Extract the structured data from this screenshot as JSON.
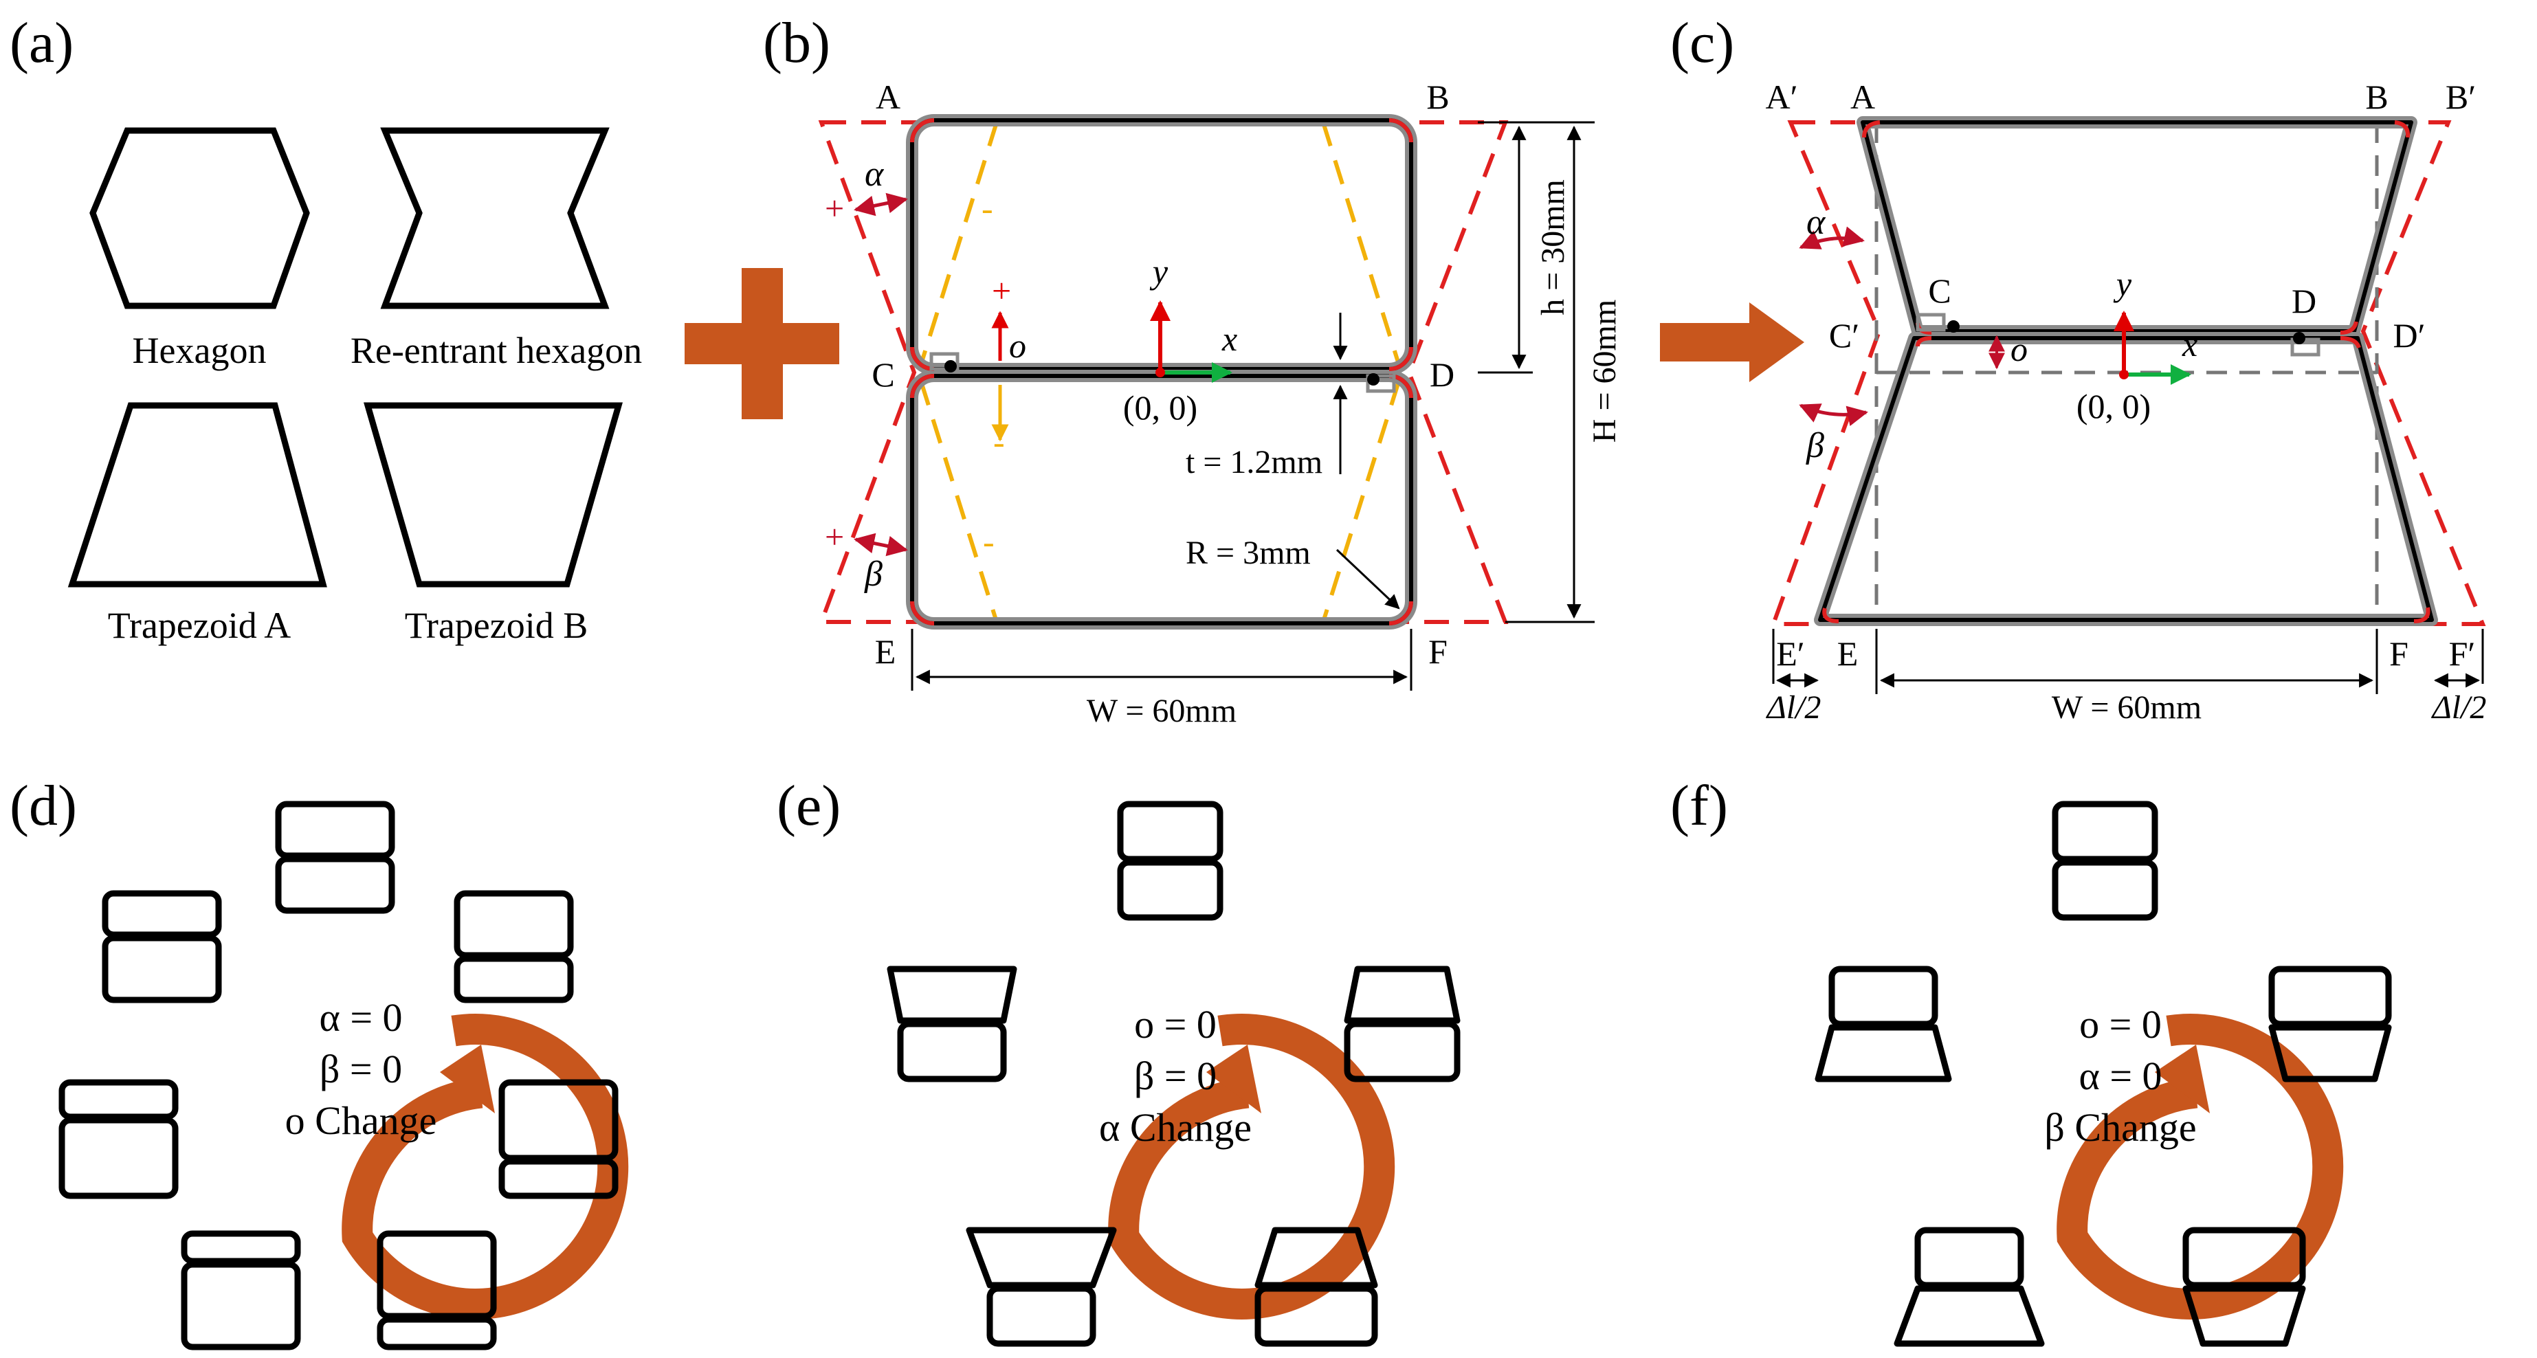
{
  "colors": {
    "accent_orange": "#c8561d",
    "dash_red": "#e02020",
    "dash_yellow": "#f2b10a",
    "axis_red": "#e00000",
    "axis_green": "#10b040",
    "cell_gray": "#8a8a8a",
    "cell_black": "#000000",
    "annot_red": "#c0102a"
  },
  "panels": {
    "a": {
      "label": "(a)",
      "shapes": [
        {
          "icon": "hexagon-icon",
          "caption": "Hexagon"
        },
        {
          "icon": "re-entrant-hexagon-icon",
          "caption": "Re-entrant hexagon"
        },
        {
          "icon": "trapezoid-a-icon",
          "caption": "Trapezoid A"
        },
        {
          "icon": "trapezoid-b-icon",
          "caption": "Trapezoid B"
        }
      ]
    },
    "plus_icon": "plus-icon",
    "b": {
      "label": "(b)",
      "points": {
        "A": "A",
        "B": "B",
        "C": "C",
        "D": "D",
        "E": "E",
        "F": "F"
      },
      "alpha": "α",
      "beta": "β",
      "o": "o",
      "plus_sign": "+",
      "minus_sign": "-",
      "x_axis": "x",
      "y_axis": "y",
      "origin": "(0, 0)",
      "h_dim": "h = 30mm",
      "H_dim": "H = 60mm",
      "t_dim": "t = 1.2mm",
      "R_dim": "R = 3mm",
      "W_dim": "W = 60mm"
    },
    "arrow_icon": "right-arrow-icon",
    "c": {
      "label": "(c)",
      "points": {
        "A_prime": "A′",
        "A": "A",
        "B": "B",
        "B_prime": "B′",
        "C_prime": "C′",
        "C": "C",
        "D": "D",
        "D_prime": "D′",
        "E_prime": "E′",
        "E": "E",
        "F": "F",
        "F_prime": "F′"
      },
      "alpha": "α",
      "beta": "β",
      "o": "o",
      "x_axis": "x",
      "y_axis": "y",
      "origin": "(0, 0)",
      "dl_left": "Δl/2",
      "dl_right": "Δl/2",
      "W_dim": "W = 60mm"
    },
    "d": {
      "label": "(d)",
      "line1": "α = 0",
      "line2": "β = 0",
      "line3": "o Change"
    },
    "e": {
      "label": "(e)",
      "line1": "o = 0",
      "line2": "β = 0",
      "line3": "α Change"
    },
    "f": {
      "label": "(f)",
      "line1": "o = 0",
      "line2": "α = 0",
      "line3": "β Change"
    }
  }
}
